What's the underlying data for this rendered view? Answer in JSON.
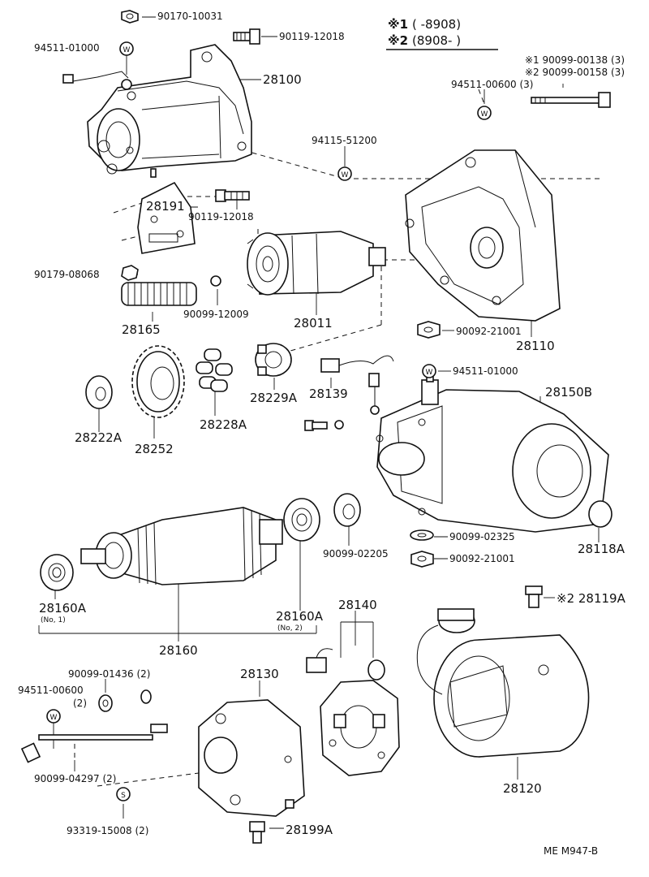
{
  "legend": {
    "mark1": "※1",
    "range1": "(      -8908)",
    "mark2": "※2",
    "range2": "(8908-      )"
  },
  "footer": "ME  M947-B",
  "washer_mark": "W",
  "spring_washer_mark": "S",
  "labels": {
    "p90170_10031": "90170-10031",
    "p94511_01000_top": "94511-01000",
    "p90119_12018_top": "90119-12018",
    "p28100": "28100",
    "p90099_00138": "※1 90099-00138 (3)",
    "p90099_00158": "※2 90099-00158 (3)",
    "p94511_00600": "94511-00600 (3)",
    "p94115_51200": "94115-51200",
    "p28191": "28191",
    "p90119_12018_mid": "90119-12018",
    "p90179_08068": "90179-08068",
    "p90099_12009": "90099-12009",
    "p28165": "28165",
    "p28011": "28011",
    "p90092_21001_a": "90092-21001",
    "p28110": "28110",
    "p94511_01000_mid": "94511-01000",
    "p28222A": "28222A",
    "p28252": "28252",
    "p28228A": "28228A",
    "p28229A": "28229A",
    "p28139": "28139",
    "p28150B": "28150B",
    "p90099_02205": "90099-02205",
    "p90099_02325": "90099-02325",
    "p28118A": "28118A",
    "p90092_21001_b": "90092-21001",
    "p28119A": "※2 28119A",
    "p28160A_1": "28160A",
    "p28160A_1_note": "(No, 1)",
    "p28160A_2": "28160A",
    "p28160A_2_note": "(No, 2)",
    "p28160": "28160",
    "p28140": "28140",
    "p90099_01436": "90099-01436 (2)",
    "p94511_00600_low": "94511-00600",
    "p94511_00600_low_qty": "(2)",
    "p28130": "28130",
    "p90099_04297": "90099-04297 (2)",
    "p93319_15008": "93319-15008 (2)",
    "p28199A": "28199A",
    "p28120": "28120"
  }
}
